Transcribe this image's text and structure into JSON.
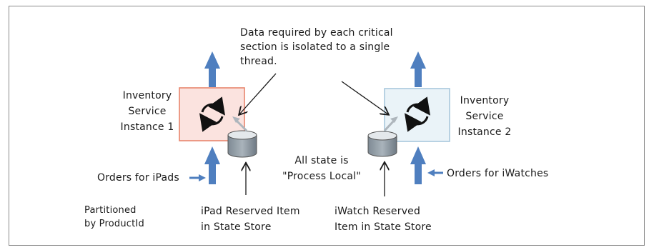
{
  "annotation_top": {
    "line1": "Data required by each critical",
    "line2": "section is isolated to a single",
    "line3": "thread."
  },
  "instance_1": {
    "line1": "Inventory",
    "line2": "Service",
    "line3": "Instance 1",
    "box_fill": "#fbe3df",
    "box_stroke": "#e8866e"
  },
  "instance_2": {
    "line1": "Inventory",
    "line2": "Service",
    "line3": "Instance 2",
    "box_fill": "#eaf3f8",
    "box_stroke": "#a8c8dc"
  },
  "orders_ipads": "Orders for iPads",
  "orders_iwatches": "Orders for iWatches",
  "all_state": {
    "line1": "All state is",
    "line2": "\"Process Local\""
  },
  "partitioned": {
    "line1": "Partitioned",
    "line2": "by ProductId"
  },
  "ipad_store": {
    "line1": "iPad Reserved Item",
    "line2": "in State Store"
  },
  "iwatch_store": {
    "line1": "iWatch Reserved",
    "line2": "Item in State Store"
  },
  "icons": [
    "sync-icon",
    "database-icon",
    "arrow-up-icon",
    "arrow-right-icon",
    "arrow-left-icon"
  ],
  "colors": {
    "arrow_blue": "#4f7fbf"
  }
}
